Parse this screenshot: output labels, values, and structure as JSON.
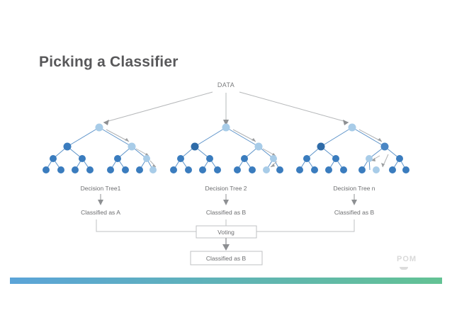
{
  "slide": {
    "title": "Picking a Classifier",
    "background_color": "#ffffff"
  },
  "diagram": {
    "root_label": "DATA",
    "trees": [
      {
        "caption": "Decision Tree1",
        "result": "Classified as A"
      },
      {
        "caption": "Decision Tree 2",
        "result": "Classified as B"
      },
      {
        "caption": "Decision Tree n",
        "result": "Classified as B"
      }
    ],
    "voting_box": "Voting",
    "final_box": "Classified as B",
    "colors": {
      "node_dark": "#3a7cbe",
      "node_light": "#a8cce8",
      "edge": "#5b92c9",
      "arrow": "#8d8f92",
      "text": "#6d6e70",
      "box_border": "#bfc1c3"
    }
  },
  "footer": {
    "gradient_start": "#5ba4d8",
    "gradient_end": "#63c294",
    "watermark": "POM"
  }
}
